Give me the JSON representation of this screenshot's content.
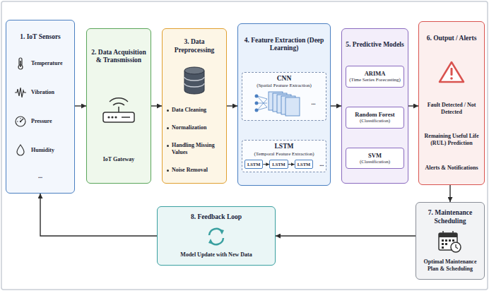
{
  "diagram": {
    "nodes": [
      {
        "text": [
          "1. IoT Sensors",
          "Temperature",
          "Vibration",
          "Pressure",
          "Humidity",
          "..."
        ]
      },
      {
        "text": [
          "2. Data Acquisition & Transmission",
          "IoT Gateway"
        ]
      },
      {
        "text": [
          "3. Data Preprocessing",
          "Data Cleaning",
          "Normalization",
          "Handling Missing Values",
          "Noise Removal"
        ]
      },
      {
        "text": [
          "4. Feature Extraction (Deep Learning)"
        ]
      },
      {
        "text": [
          "CNN",
          "(Spatial Feature Extraction)",
          "..."
        ],
        "in": 3
      },
      {
        "text": [
          "LSTM",
          "(Temporal Feature Extraction)",
          "..."
        ],
        "in": 3
      },
      {
        "text": [
          "LSTM"
        ],
        "in": 5
      },
      {
        "text": [
          "LSTM"
        ],
        "in": 5
      },
      {
        "text": [
          "LSTM"
        ],
        "in": 5
      },
      {
        "text": [
          "5. Predictive Models"
        ]
      },
      {
        "text": [
          "ARIMA",
          "(Time Series Forecasting)"
        ],
        "in": 9
      },
      {
        "text": [
          "Random Forest",
          "(Classification)"
        ],
        "in": 9
      },
      {
        "text": [
          "SVM",
          "(Classification)"
        ],
        "in": 9
      },
      {
        "text": [
          "6. Output / Alerts",
          "Fault Detected / Not Detected",
          "Remaining Useful Life (RUL) Prediction",
          "Alerts & Notifications"
        ]
      },
      {
        "text": [
          "7. Maintenance Scheduling",
          "Optimal Maintenance Plan & Scheduling"
        ]
      },
      {
        "text": [
          "8. Feedback Loop",
          "Model Update with New Data"
        ]
      }
    ],
    "edges": [
      {
        "from": 0,
        "to": 1,
        "arrow": "to"
      },
      {
        "from": 1,
        "to": 2,
        "arrow": "to"
      },
      {
        "from": 2,
        "to": 3,
        "arrow": "to"
      },
      {
        "from": 3,
        "to": 9,
        "arrow": "to"
      },
      {
        "from": 9,
        "to": 13,
        "arrow": "to"
      },
      {
        "from": 13,
        "to": 14,
        "arrow": "to"
      },
      {
        "from": 14,
        "to": 15,
        "arrow": "to"
      },
      {
        "from": 15,
        "to": 0,
        "arrow": "to"
      },
      {
        "from": 6,
        "to": 7,
        "arrow": "to"
      },
      {
        "from": 7,
        "to": 8,
        "arrow": "to"
      }
    ]
  }
}
